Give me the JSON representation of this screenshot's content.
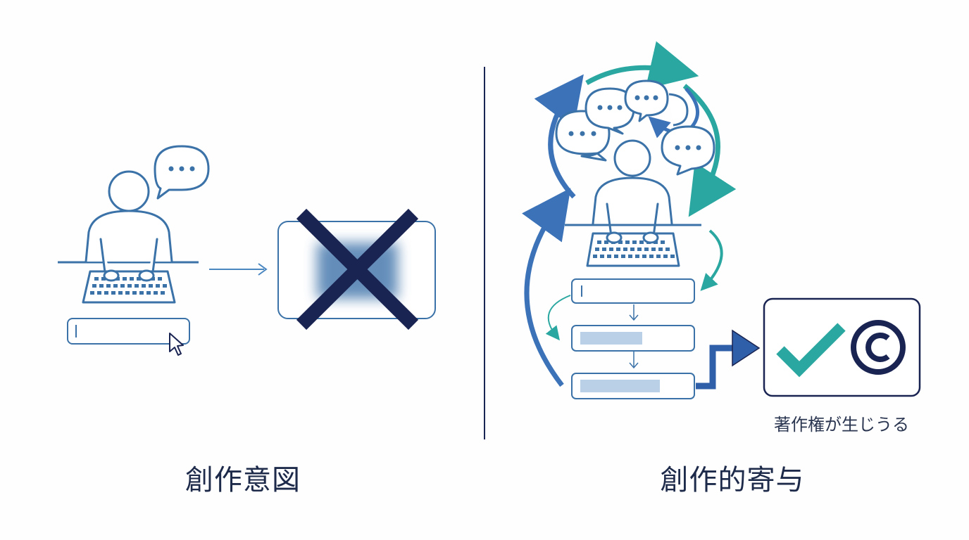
{
  "left_panel": {
    "caption": "創作意図"
  },
  "right_panel": {
    "caption": "創作的寄与",
    "result_caption": "著作権が生じうる"
  },
  "colors": {
    "line_blue": "#3b72a8",
    "mid_blue": "#4a86c0",
    "navy": "#1a2452",
    "teal": "#2aa7a0",
    "pale_blue": "#b9d0e6",
    "caption_text": "#1d2a4a"
  },
  "icons": [
    "person-icon",
    "speech-bubble-icon",
    "keyboard-icon",
    "cursor-arrow-icon",
    "cross-icon",
    "checkmark-icon",
    "copyright-icon"
  ]
}
